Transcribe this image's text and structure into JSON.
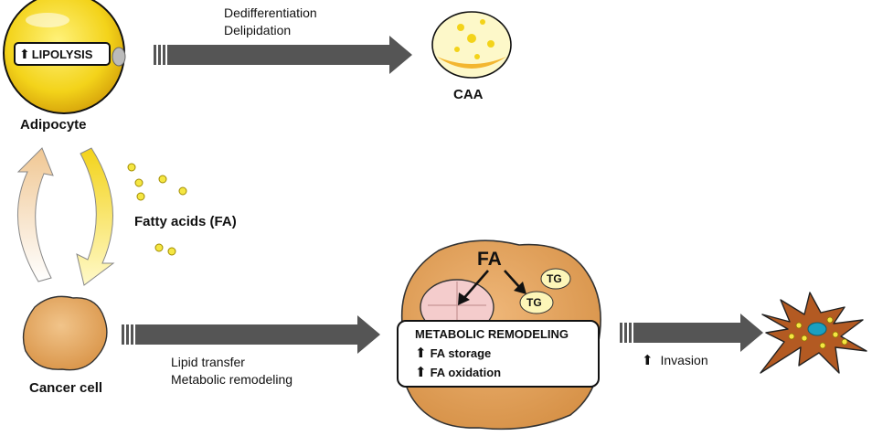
{
  "adipocyte": {
    "label": "Adipocyte",
    "badge": "LIPOLYSIS",
    "badge_arrow": "⬆"
  },
  "caa": {
    "label": "CAA"
  },
  "top_arrow": {
    "line1": "Dedifferentiation",
    "line2": "Delipidation"
  },
  "fatty_acids": {
    "label": "Fatty acids (FA)"
  },
  "cancer_cell": {
    "label": "Cancer cell"
  },
  "middle_arrow": {
    "line1": "Lipid transfer",
    "line2": "Metabolic remodeling"
  },
  "big_cell": {
    "fa_label": "FA",
    "tg1": "TG",
    "tg2": "TG",
    "box_title": "METABOLIC REMODELING",
    "item1": "FA storage",
    "item2": "FA oxidation",
    "up_arrow": "⬆"
  },
  "invasion": {
    "label": "Invasion",
    "up_arrow": "⬆"
  },
  "colors": {
    "arrow_gray": "#555555",
    "adipocyte_yellow": "#f3d31a",
    "cell_tan": "#e0a45c",
    "mito_pink": "#f2c9c9",
    "invasive_brown": "#b35a22",
    "nucleus_blue": "#1aa0c0"
  }
}
